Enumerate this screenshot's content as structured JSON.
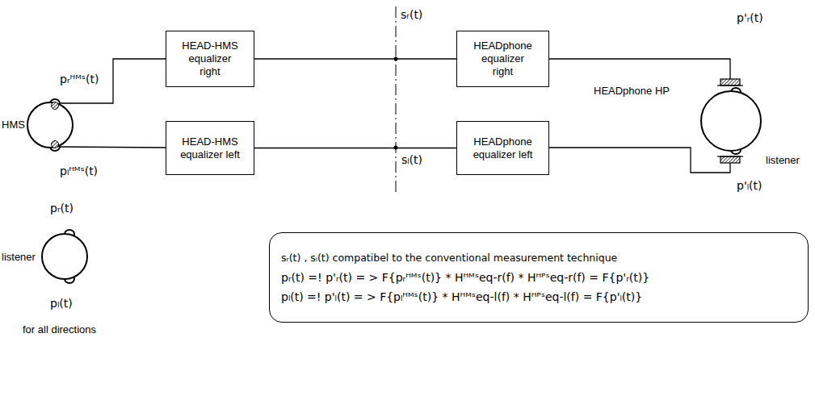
{
  "diagram": {
    "nodes": [
      {
        "text": [
          "HEAD-HMS equalizer right"
        ]
      },
      {
        "text": [
          "HEADphone equalizer right"
        ]
      },
      {
        "text": [
          "HEAD-HMS equalizer left"
        ]
      },
      {
        "text": [
          "HEADphone equalizer left"
        ]
      },
      {
        "text": [
          "sᵣ(t) , sₗ(t) compatibel to the conventional measurement technique",
          "pᵣ(t) =! p'ᵣ(t) = > F{pᵣᴴᴹˢ(t)} * Hᴴᴹˢeq-r(f) * Hᴴᴾˢeq-r(f) = F{p'ᵣ(t)}",
          "pₗ(t) =! p'ₗ(t) = > F{pₗᴴᴹˢ(t)} * Hᴴᴹˢeq-l(f) * Hᴴᴾˢeq-l(f) = F{p'ₗ(t)}"
        ]
      }
    ],
    "edges": [
      {
        "from": 0,
        "to": 1,
        "arrow": "none"
      },
      {
        "from": 2,
        "to": 3,
        "arrow": "none"
      }
    ],
    "labels": [
      "HMS",
      "pᵣᴴᴹˢ(t)",
      "pₗᴴᴹˢ(t)",
      "sᵣ(t)",
      "sₗ(t)",
      "p'ᵣ(t)",
      "HEADphone HP",
      "listener",
      "p'ₗ(t)",
      "pᵣ(t)",
      "listener",
      "pₗ(t)",
      "for all directions"
    ]
  }
}
